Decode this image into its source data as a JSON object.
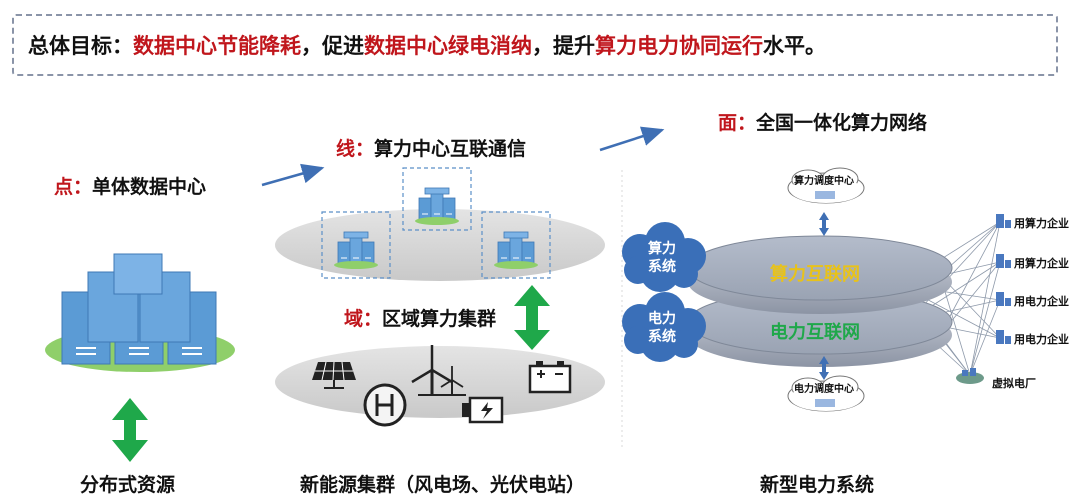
{
  "goal": {
    "prefix": "总体目标：",
    "part1": "数据中心节能降耗",
    "sep1": "，促进",
    "part2": "数据中心绿电消纳",
    "sep2": "，提升",
    "part3": "算力电力协同运行",
    "suffix": "水平。"
  },
  "point": {
    "tag": "点：",
    "text": "单体数据中心"
  },
  "line": {
    "tag": "线：",
    "text": "算力中心互联通信"
  },
  "domain": {
    "tag": "域：",
    "text": "区域算力集群"
  },
  "surface": {
    "tag": "面：",
    "text": "全国一体化算力网络"
  },
  "bottom": {
    "left": "分布式资源",
    "middle": "新能源集群（风电场、光伏电站）",
    "right": "新型电力系统"
  },
  "system": {
    "compute_net": "算力互联网",
    "power_net": "电力互联网",
    "compute_sys_line1": "算力",
    "compute_sys_line2": "系统",
    "power_sys_line1": "电力",
    "power_sys_line2": "系统",
    "compute_dispatch": "算力调度中心",
    "power_dispatch": "电力调度中心",
    "users": [
      "用算力企业",
      "用算力企业",
      "用电力企业",
      "用电力企业"
    ],
    "vpp": "虚拟电厂"
  },
  "colors": {
    "accent_red": "#c0161c",
    "arrow_blue": "#3f6fb4",
    "server_blue": "#5b9bd5",
    "green_arrow": "#1fa84a",
    "compute_net_text": "#e8c21a",
    "power_net_text": "#1fa84a",
    "cloud_blue": "#3a6fb8"
  }
}
